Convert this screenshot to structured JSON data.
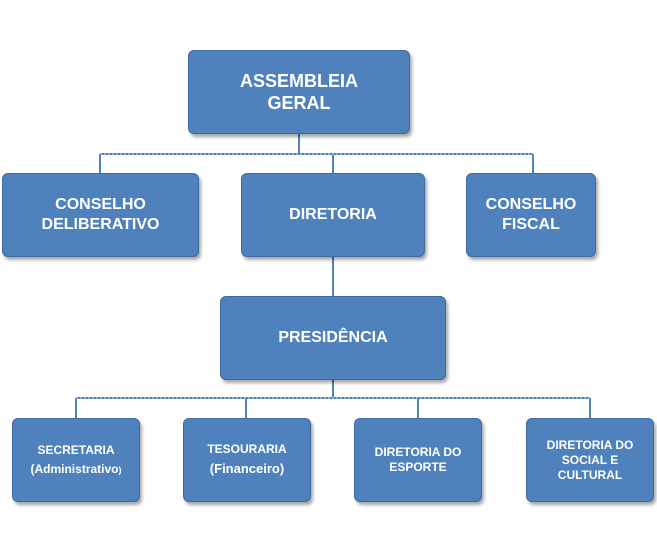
{
  "diagram": {
    "assembleia": {
      "line1": "ASSEMBLEIA",
      "line2": "GERAL"
    },
    "conselho_deliberativo": {
      "line1": "CONSELHO",
      "line2": "DELIBERATIVO"
    },
    "diretoria": {
      "line1": "DIRETORIA"
    },
    "conselho_fiscal": {
      "line1": "CONSELHO",
      "line2": "FISCAL"
    },
    "presidencia": {
      "line1": "PRESIDÊNCIA"
    },
    "secretaria": {
      "line1": "SECRETARIA",
      "line2": "(Administrativo",
      "line2_end": ")"
    },
    "tesouraria": {
      "line1": "TESOURARIA",
      "line2": "(Financeiro)"
    },
    "diretoria_esporte": {
      "line1": "DIRETORIA DO",
      "line2": "ESPORTE"
    },
    "diretoria_social": {
      "line1": "DIRETORIA DO",
      "line2": "SOCIAL E",
      "line3": "CULTURAL"
    },
    "colors": {
      "box_fill": "#4f81bd",
      "box_border": "#3e6a9e",
      "text": "#ffffff",
      "connector": "#4f81bd"
    }
  }
}
